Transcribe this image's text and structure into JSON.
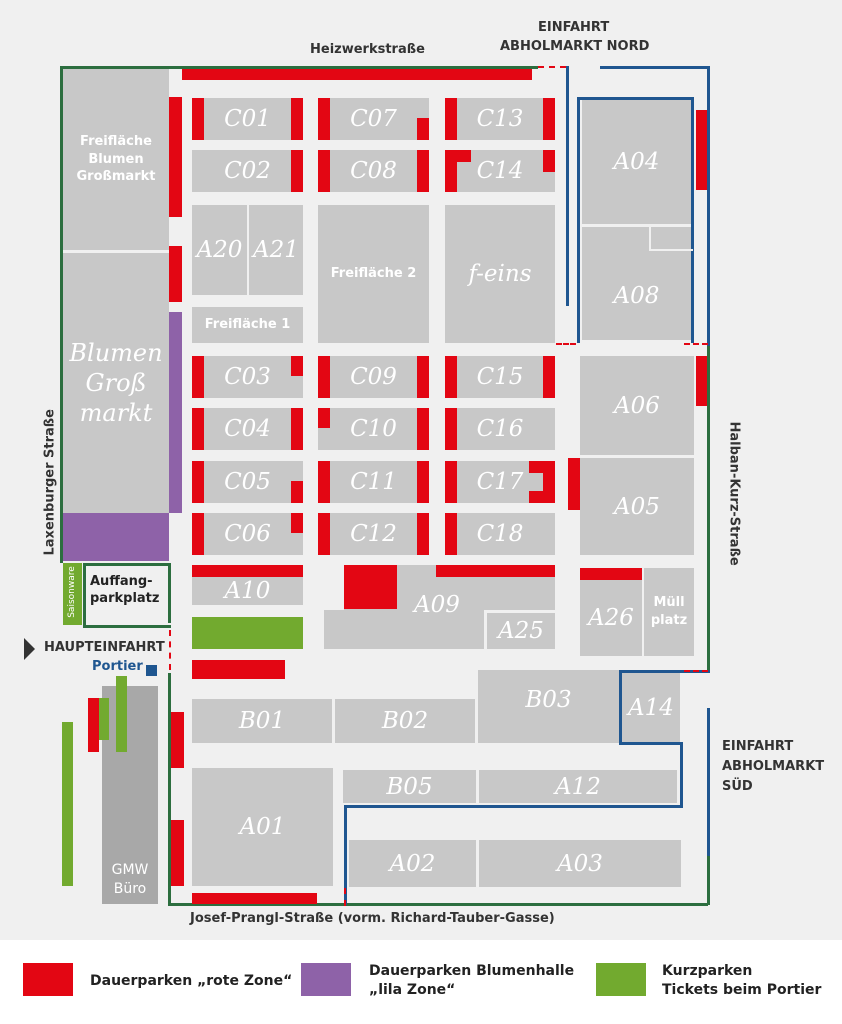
{
  "streets": {
    "heizwerk": "Heizwerkstraße",
    "laxenburger": "Laxenburger Straße",
    "halban": "Halban-Kurz-Straße",
    "josef": "Josef-Prangl-Straße (vorm. Richard-Tauber-Gasse)"
  },
  "entrances": {
    "nord_1": "EINFAHRT",
    "nord_2": "ABHOLMARKT NORD",
    "sued_1": "EINFAHRT",
    "sued_2": "ABHOLMARKT",
    "sued_3": "SÜD",
    "haupt": "HAUPTEINFAHRT",
    "portier": "Portier"
  },
  "buildings": {
    "C01": "C01",
    "C02": "C02",
    "C07": "C07",
    "C08": "C08",
    "C13": "C13",
    "C14": "C14",
    "C03": "C03",
    "C04": "C04",
    "C05": "C05",
    "C06": "C06",
    "C09": "C09",
    "C10": "C10",
    "C11": "C11",
    "C12": "C12",
    "C15": "C15",
    "C16": "C16",
    "C17": "C17",
    "C18": "C18",
    "A20": "A20",
    "A21": "A21",
    "freiflaeche1": "Freifläche 1",
    "freiflaeche2": "Freifläche 2",
    "feins": "f-eins",
    "A04": "A04",
    "A08": "A08",
    "A06": "A06",
    "A05": "A05",
    "A10": "A10",
    "A09": "A09",
    "A25": "A25",
    "A26": "A26",
    "muell_1": "Müll",
    "muell_2": "platz",
    "B01": "B01",
    "B02": "B02",
    "B03": "B03",
    "A14": "A14",
    "B05": "B05",
    "A12": "A12",
    "A01": "A01",
    "A02": "A02",
    "A03": "A03",
    "freiflaeche_blumen_1": "Freifläche",
    "freiflaeche_blumen_2": "Blumen",
    "freiflaeche_blumen_3": "Großmarkt",
    "blumen_1": "Blumen",
    "blumen_2": "Groß",
    "blumen_3": "markt",
    "saisonware": "Saisonware",
    "auffang_1": "Auffang-",
    "auffang_2": "parkplatz",
    "gmw_1": "GMW",
    "gmw_2": "Büro"
  },
  "legend": {
    "red_label": "Dauerparken „rote Zone“",
    "purple_label_1": "Dauerparken Blumenhalle",
    "purple_label_2": "„lila Zone“",
    "green_label_1": "Kurzparken",
    "green_label_2": "Tickets beim Portier",
    "colors": {
      "red": "#e30613",
      "purple": "#8e62a8",
      "green": "#72aa2f"
    }
  }
}
